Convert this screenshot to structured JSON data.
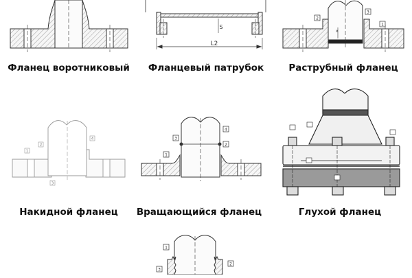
{
  "captions": {
    "weld_neck": "Фланец воротниковый",
    "flanged_spool": "Фланцевый патрубок",
    "socket_weld": "Раструбный фланец",
    "slip_on": "Накидной фланец",
    "lap_joint": "Вращающийся фланец",
    "blind": "Глухой фланец"
  },
  "spool_labels": {
    "length": "L2",
    "thickness": "S"
  },
  "callouts": {
    "socket_weld": [
      "2",
      "3",
      "1"
    ],
    "slip_on": [
      "2",
      "1",
      "4",
      "3"
    ],
    "lap_joint": [
      "3",
      "4",
      "1",
      "2"
    ],
    "threaded": [
      "1",
      "2",
      "3"
    ]
  },
  "colors": {
    "line": "#333333",
    "hatch": "#666666",
    "fill": "#f2f2f2",
    "gray": "#8a8a8a",
    "blind_fill": "#9a9a9a"
  }
}
